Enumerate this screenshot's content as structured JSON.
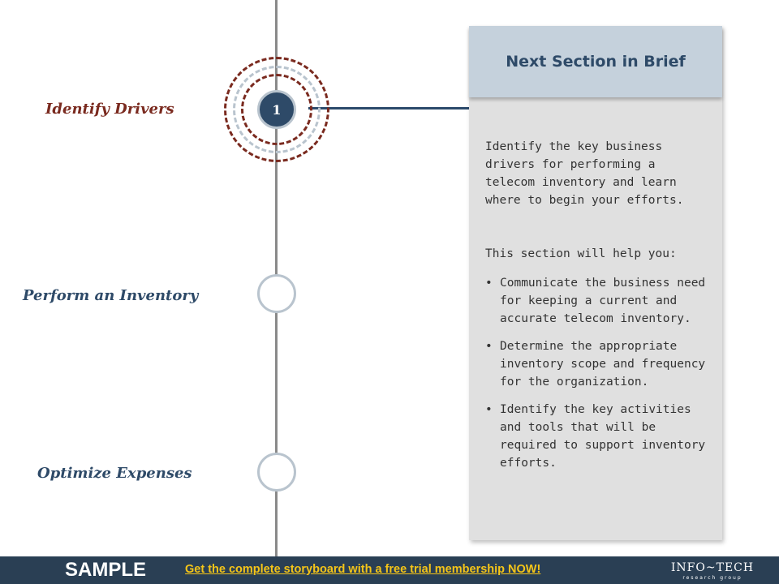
{
  "timeline": {
    "steps": [
      {
        "label": "Identify Drivers",
        "number": "1",
        "active": true
      },
      {
        "label": "Perform an Inventory",
        "active": false
      },
      {
        "label": "Optimize Expenses",
        "active": false
      }
    ]
  },
  "card": {
    "title": "Next Section in Brief",
    "intro": "Identify the key business drivers for performing a telecom inventory and learn where to begin your efforts.",
    "help_title": "This section will help you:",
    "bullet_glyph": "•",
    "bullets": [
      "Communicate the business need for keeping a current and accurate telecom inventory.",
      "Determine the appropriate inventory scope and frequency for the organization.",
      "Identify the key activities and tools that will be required to support inventory efforts."
    ]
  },
  "footer": {
    "sample": "SAMPLE",
    "cta": "Get the complete storyboard with a free trial membership NOW!",
    "logo_main": "INFO~TECH",
    "logo_sub": "research group"
  },
  "colors": {
    "active_label": "#7a2a1f",
    "inactive_label": "#2e4a68",
    "footer_bg": "#2a3f54",
    "cta": "#f5c518"
  }
}
